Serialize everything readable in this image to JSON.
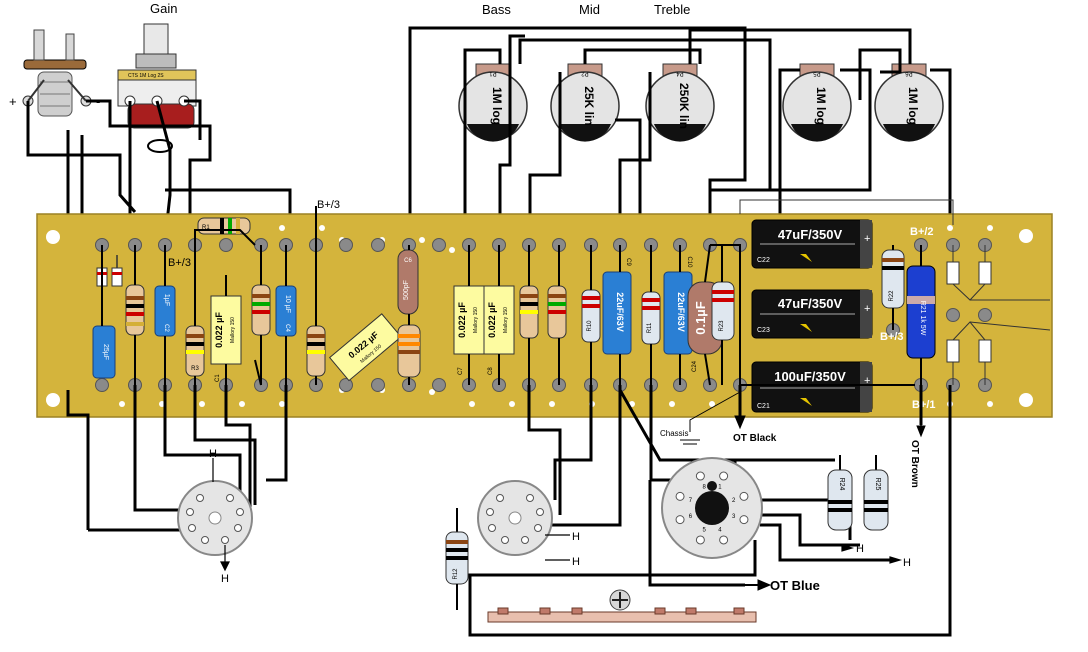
{
  "labels": {
    "gain": "Gain",
    "bass": "Bass",
    "mid": "Mid",
    "treble": "Treble",
    "b_plus_3": "B+/3",
    "b_plus_2": "B+/2",
    "b_plus_1": "B+/1",
    "chassis": "Chassis",
    "ot_black": "OT Black",
    "ot_brown": "OT Brown",
    "ot_blue": "OT Blue",
    "heater": "H",
    "plus": "+",
    "minus": "-"
  },
  "pots": [
    {
      "id": "P1",
      "value": "1M log"
    },
    {
      "id": "P2",
      "value": "25K lin"
    },
    {
      "id": "P4",
      "value": "250K lin"
    },
    {
      "id": "P5",
      "value": "1M log"
    },
    {
      "id": "P6",
      "value": "1M log"
    }
  ],
  "gain_pot_text": "CTS 1M Log 2S",
  "caps": {
    "c22": {
      "value": "47uF/350V",
      "id": "C22"
    },
    "c23": {
      "value": "47uF/350V",
      "id": "C23"
    },
    "c21": {
      "value": "100uF/350V",
      "id": "C21"
    },
    "c9": {
      "value": "22uF/63V",
      "id": "C9"
    },
    "c10": {
      "value": "22uF/63V",
      "id": "C10"
    },
    "c24": {
      "value": "0.1µF",
      "id": "C24"
    },
    "c1": {
      "value": "0.022 µF",
      "brand": "Mallory 150",
      "id": "C1"
    },
    "c5": {
      "value": "0.022 µF",
      "brand": "Mallory 150"
    },
    "c7": {
      "value": "0.022 µF",
      "brand": "Mallory 150",
      "id": "C7"
    },
    "c8": {
      "value": "0.022 µF",
      "brand": "Mallory 150",
      "id": "C8"
    },
    "c2": {
      "value": "1µF",
      "id": "C2"
    },
    "c4": {
      "value": "10 µF",
      "id": "C4"
    },
    "c11": {
      "value": "25µF",
      "id": "C11"
    },
    "c6": {
      "value": "500pF",
      "id": "C6"
    },
    "c3": {
      "value": "C3"
    }
  },
  "resistors": {
    "r1": "R1",
    "r10": "R10",
    "r11": "R11",
    "r12": "R12",
    "r22": "R22",
    "r23": "R23",
    "r24": "R24",
    "r25": "R25",
    "r21": "R21 1k 5W"
  },
  "socket_pins": [
    "1",
    "2",
    "3",
    "4",
    "5",
    "6",
    "7",
    "8"
  ],
  "colors": {
    "board": "#d4b43c",
    "board_edge": "#9c8224",
    "eyelet": "#8a8a8a",
    "wire": "#000000",
    "electrolytic_blue": "#2a7fd4",
    "film_yellow": "#fdfba0",
    "resistor_body": "#e8c79a",
    "filter_cap": "#111111",
    "pot_body": "#e4e4e4",
    "pot_tab": "#c79a8a",
    "gain_pot_body": "#a81e1e"
  }
}
